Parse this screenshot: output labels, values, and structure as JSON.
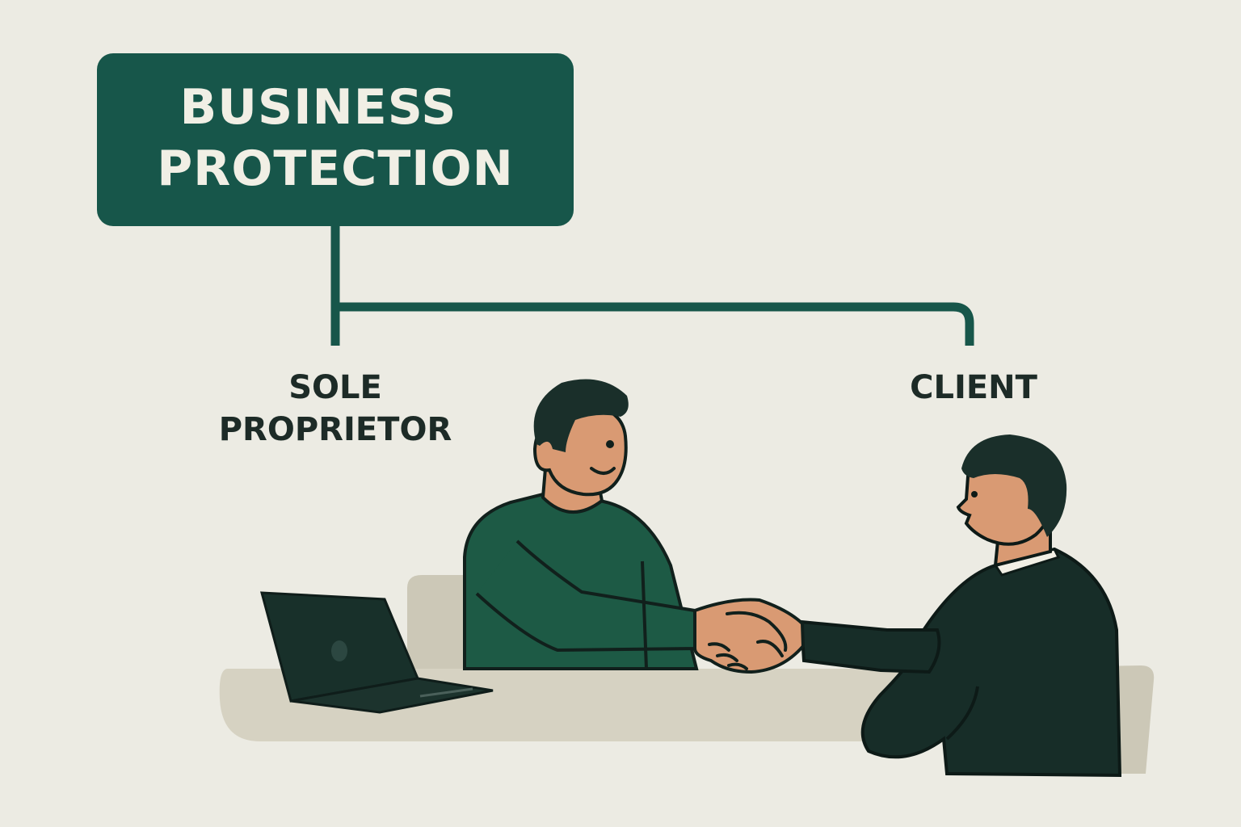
{
  "title": {
    "line1": "BUSINESS",
    "line2": "PROTECTION"
  },
  "branches": {
    "left": {
      "line1": "SOLE",
      "line2": "PROPRIETOR"
    },
    "right": {
      "label": "CLIENT"
    }
  },
  "colors": {
    "background": "#ecebe3",
    "brand_green": "#17564a",
    "title_text": "#f1efe5",
    "label_text": "#1d2b27",
    "sweater": "#1d5a45",
    "suit": "#172d28",
    "skin": "#d99a73",
    "hair": "#1a2f2a",
    "desk": "#d6d2c2",
    "chair": "#ccc8b7"
  },
  "icons": {
    "laptop": "laptop-icon",
    "handshake": "handshake-icon"
  }
}
